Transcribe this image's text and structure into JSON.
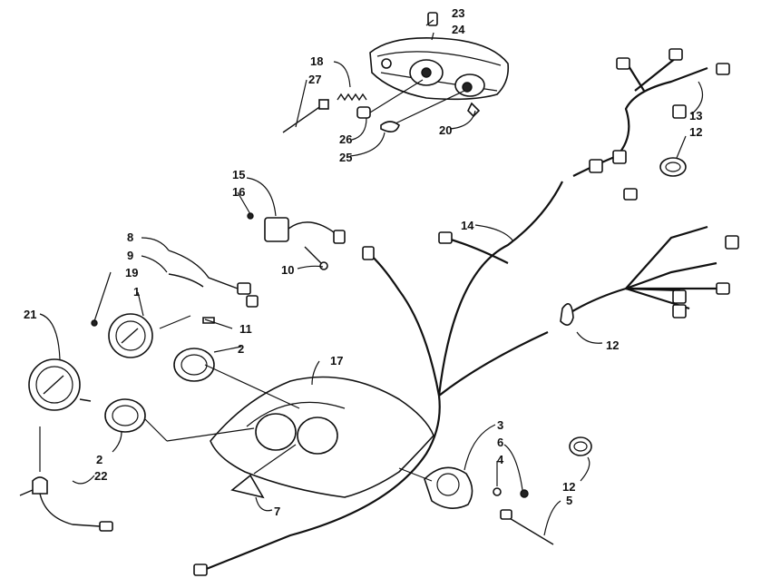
{
  "diagram": {
    "callouts": {
      "c1": "1",
      "c2a": "2",
      "c2b": "2",
      "c3": "3",
      "c4": "4",
      "c5": "5",
      "c6": "6",
      "c7": "7",
      "c8": "8",
      "c9": "9",
      "c10": "10",
      "c11": "11",
      "c12a": "12",
      "c12b": "12",
      "c12c": "12",
      "c13": "13",
      "c14": "14",
      "c15": "15",
      "c16": "16",
      "c17": "17",
      "c18": "18",
      "c19": "19",
      "c20": "20",
      "c21": "21",
      "c22": "22",
      "c23": "23",
      "c24": "24",
      "c25": "25",
      "c26": "26",
      "c27": "27"
    }
  }
}
